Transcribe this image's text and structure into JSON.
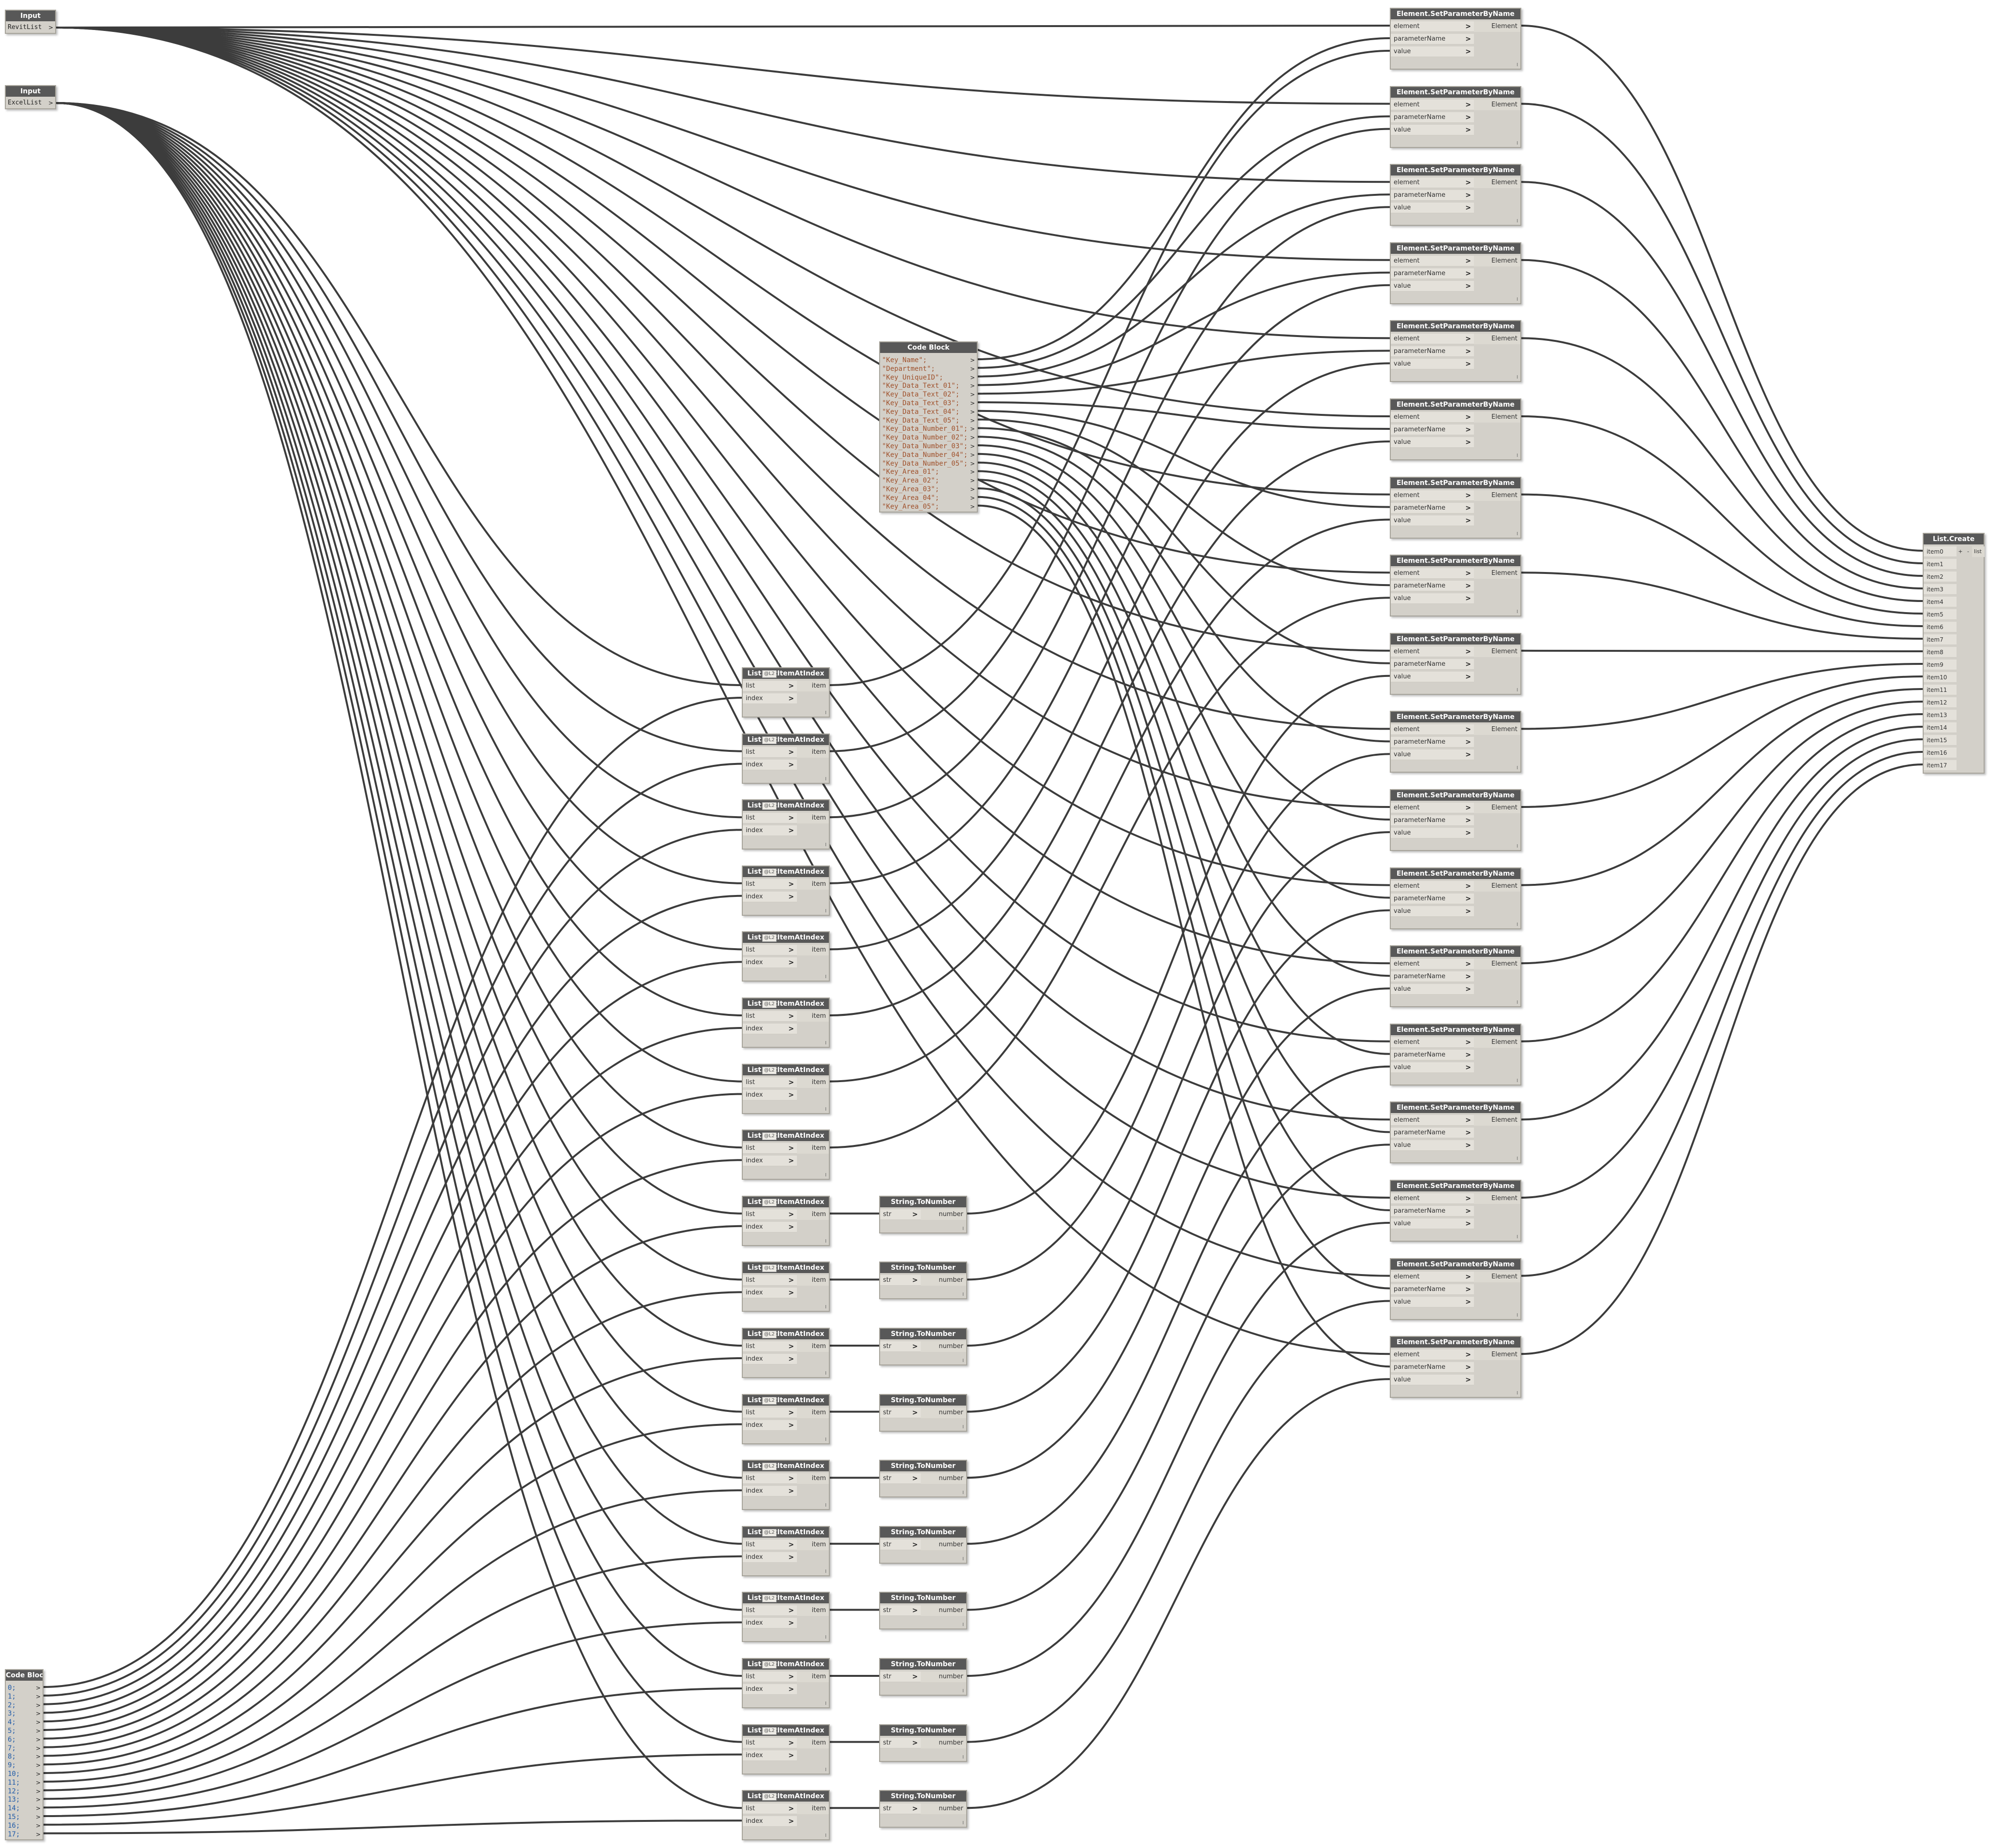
{
  "inputs": [
    {
      "header": "Input",
      "value": "RevitList",
      "port": ">"
    },
    {
      "header": "Input",
      "value": "ExcelList",
      "port": ">"
    }
  ],
  "code_block_top": {
    "header": "Code Block",
    "lines": [
      "\"Key_Name\";",
      "\"Department\";",
      "\"Key_UniqueID\";",
      "\"Key_Data_Text_01\";",
      "\"Key_Data_Text_02\";",
      "\"Key_Data_Text_03\";",
      "\"Key_Data_Text_04\";",
      "\"Key_Data_Text_05\";",
      "\"Key_Data_Number_01\";",
      "\"Key_Data_Number_02\";",
      "\"Key_Data_Number_03\";",
      "\"Key_Data_Number_04\";",
      "\"Key_Data_Number_05\";",
      "\"Key_Area_01\";",
      "\"Key_Area_02\";",
      "\"Key_Area_03\";",
      "\"Key_Area_04\";",
      "\"Key_Area_05\";"
    ]
  },
  "code_block_bottom": {
    "header": "Code Block",
    "lines": [
      "0;",
      "1;",
      "2;",
      "3;",
      "4;",
      "5;",
      "6;",
      "7;",
      "8;",
      "9;",
      "10;",
      "11;",
      "12;",
      "13;",
      "14;",
      "15;",
      "16;",
      "17;"
    ]
  },
  "get_item": {
    "header": "List.GetItemAtIndex",
    "in_list": "list",
    "in_index": "index",
    "out": "item",
    "lacing": "@L2",
    "chevron": ">",
    "count": 18
  },
  "to_number": {
    "header": "String.ToNumber",
    "in": "str",
    "out": "number",
    "chevron": ">",
    "count": 10
  },
  "set_param": {
    "header": "Element.SetParameterByName",
    "in_element": "element",
    "in_param": "parameterName",
    "in_value": "value",
    "out": "Element",
    "chevron": ">",
    "count": 18
  },
  "list_create": {
    "header": "List.Create",
    "out": "list",
    "add": "+",
    "remove": "-",
    "items": [
      "item0",
      "item1",
      "item2",
      "item3",
      "item4",
      "item5",
      "item6",
      "item7",
      "item8",
      "item9",
      "item10",
      "item11",
      "item12",
      "item13",
      "item14",
      "item15",
      "item16",
      "item17"
    ]
  },
  "node_footer": "l"
}
